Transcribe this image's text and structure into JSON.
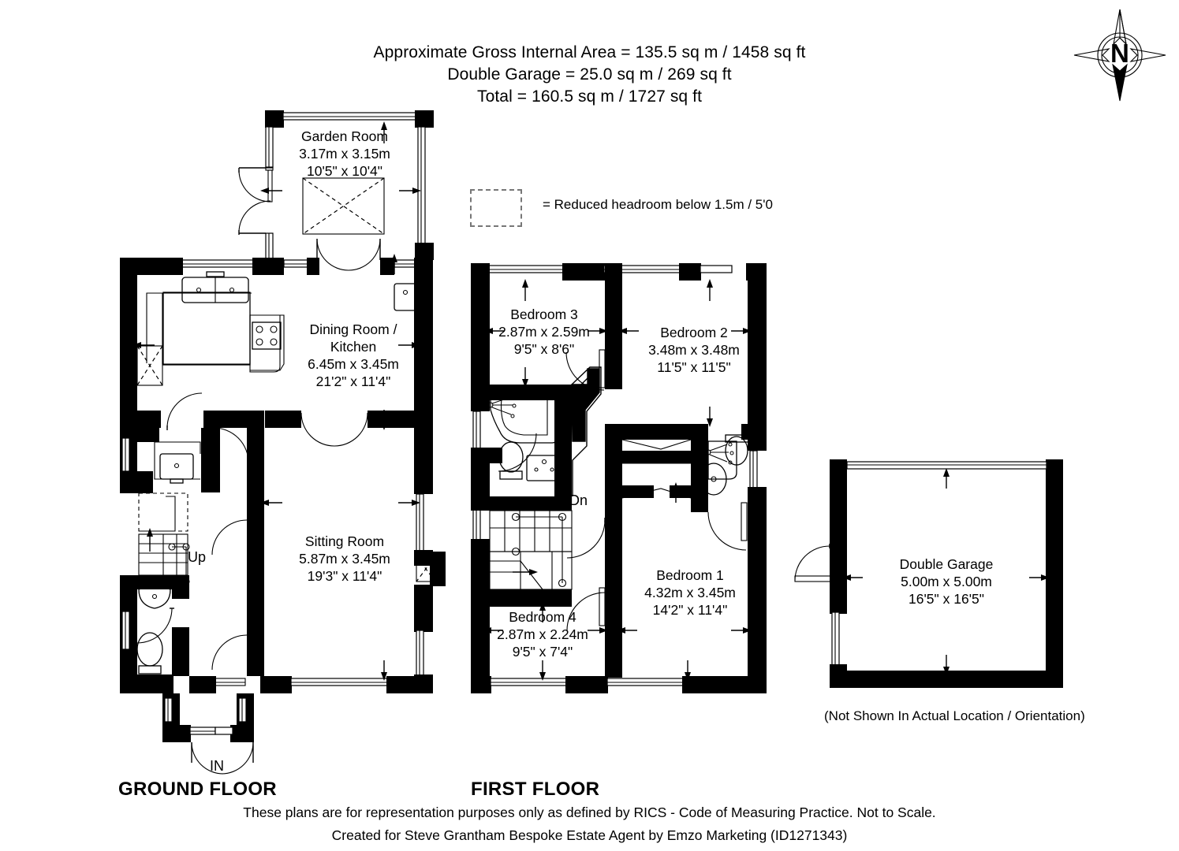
{
  "header": {
    "line1": "Approximate Gross Internal Area = 135.5 sq m / 1458 sq ft",
    "line2": "Double Garage = 25.0 sq m / 269 sq ft",
    "line3": "Total = 160.5 sq m / 1727 sq ft"
  },
  "compass": {
    "north_label": "N"
  },
  "legend": {
    "text": "= Reduced headroom below 1.5m / 5'0"
  },
  "ground_floor": {
    "title": "GROUND FLOOR",
    "entrance_label": "IN",
    "stairs_label": "Up",
    "rooms": [
      {
        "name": "Garden Room",
        "metric": "3.17m x 3.15m",
        "imperial": "10'5\" x 10'4\""
      },
      {
        "name": "Dining Room /",
        "name2": "Kitchen",
        "metric": "6.45m x 3.45m",
        "imperial": "21'2\" x 11'4\""
      },
      {
        "name": "Sitting Room",
        "metric": "5.87m x 3.45m",
        "imperial": "19'3\" x 11'4\""
      }
    ]
  },
  "first_floor": {
    "title": "FIRST FLOOR",
    "stairs_label": "Dn",
    "rooms": [
      {
        "name": "Bedroom 3",
        "metric": "2.87m x 2.59m",
        "imperial": "9'5\" x 8'6\""
      },
      {
        "name": "Bedroom 2",
        "metric": "3.48m x 3.48m",
        "imperial": "11'5\" x 11'5\""
      },
      {
        "name": "Bedroom 1",
        "metric": "4.32m x 3.45m",
        "imperial": "14'2\" x 11'4\""
      },
      {
        "name": "Bedroom 4",
        "metric": "2.87m x 2.24m",
        "imperial": "9'5\" x 7'4\""
      }
    ]
  },
  "garage": {
    "name": "Double Garage",
    "metric": "5.00m x 5.00m",
    "imperial": "16'5\" x 16'5\"",
    "note": "(Not Shown In Actual Location / Orientation)"
  },
  "footer": {
    "line1": "These plans are for representation purposes only as defined by RICS - Code of Measuring Practice. Not to Scale.",
    "line2": "Created for Steve Grantham Bespoke Estate Agent by Emzo Marketing (ID1271343)"
  },
  "colors": {
    "ink": "#000000",
    "paper": "#ffffff"
  }
}
